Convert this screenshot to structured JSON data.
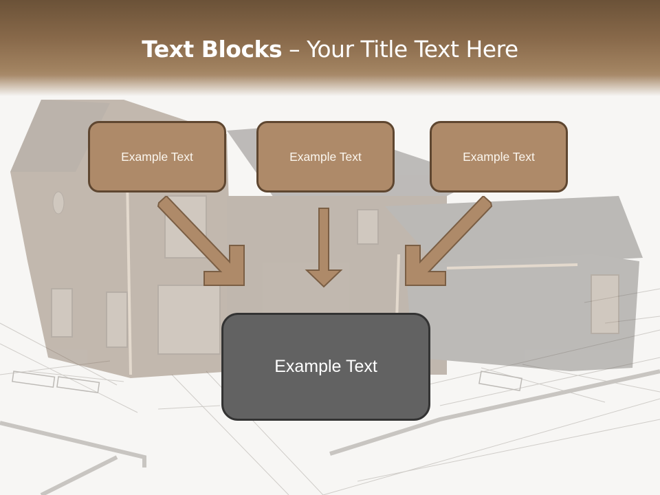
{
  "slide": {
    "title_bold": "Text Blocks",
    "title_separator": " – ",
    "title_rest": "Your Title Text Here"
  },
  "top_blocks": [
    {
      "label": "Example Text"
    },
    {
      "label": "Example Text"
    },
    {
      "label": "Example Text"
    }
  ],
  "bottom_block": {
    "label": "Example Text"
  },
  "arrows": [
    {
      "direction": "down-right",
      "icon": "arrow-down-right-icon"
    },
    {
      "direction": "down",
      "icon": "arrow-down-icon"
    },
    {
      "direction": "down-left",
      "icon": "arrow-down-left-icon"
    }
  ],
  "colors": {
    "header_dark": "#6b5238",
    "header_light": "#a88a6a",
    "block_fill": "#ae8a69",
    "block_border": "#5e4630",
    "bottom_fill": "#626262",
    "bottom_border": "#333333",
    "arrow_fill": "#ae8a69",
    "arrow_border": "#7a5e44"
  }
}
